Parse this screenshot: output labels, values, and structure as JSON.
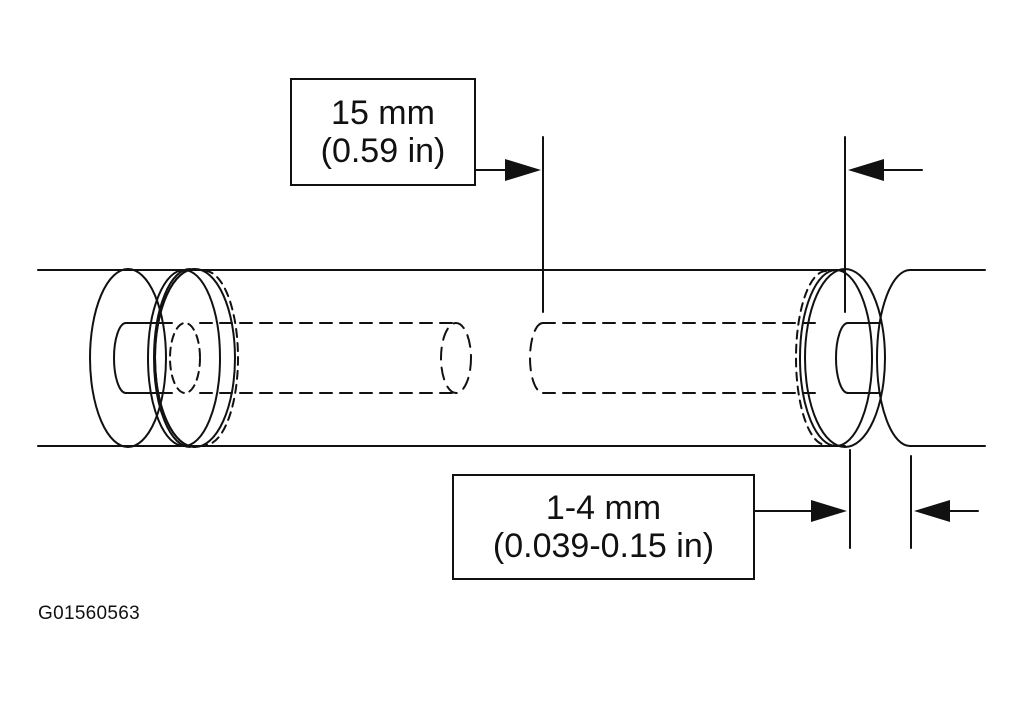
{
  "dimensions": {
    "length": {
      "value_mm": "15 mm",
      "value_in": "(0.59 in)"
    },
    "gap": {
      "value_mm": "1-4 mm",
      "value_in": "(0.039-0.15 in)"
    }
  },
  "figure": {
    "id": "G01560563"
  },
  "colors": {
    "line": "#111111",
    "background": "#ffffff"
  }
}
